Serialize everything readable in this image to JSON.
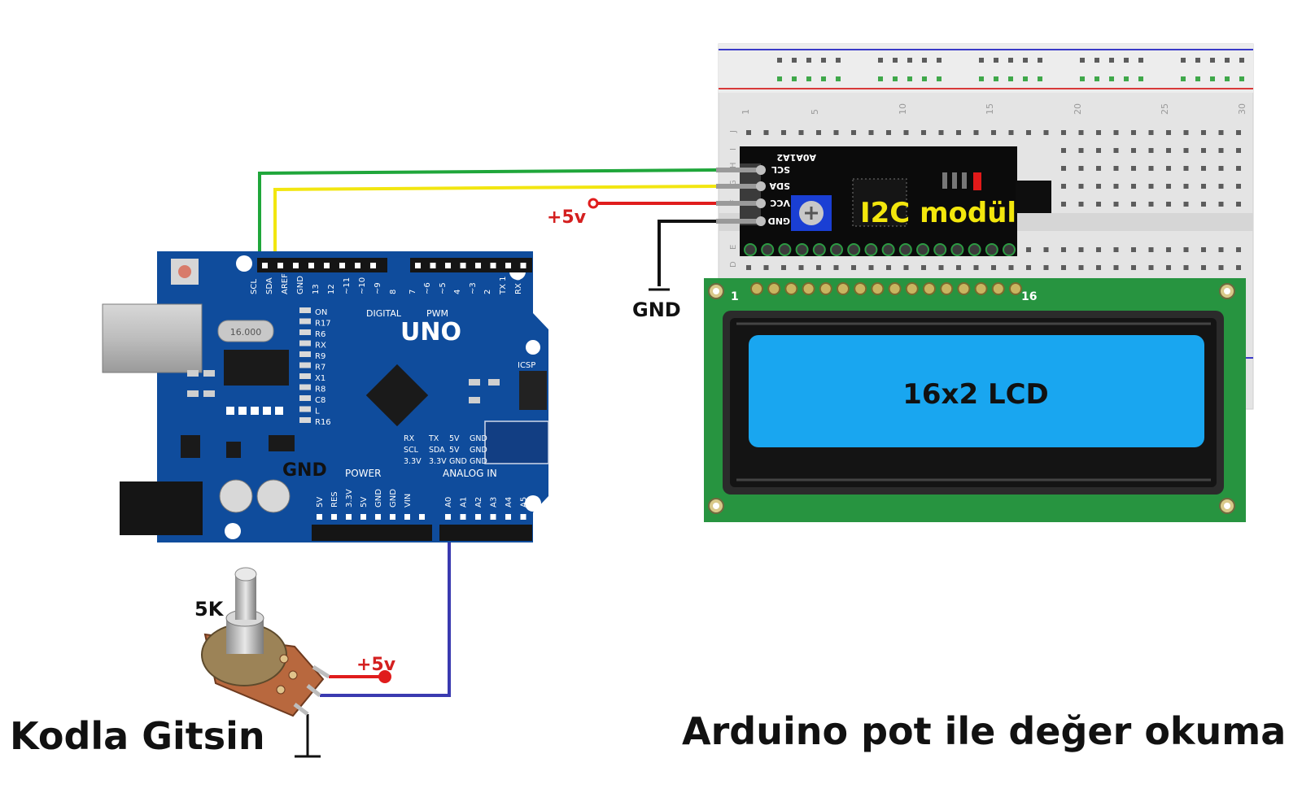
{
  "captions": {
    "brand": "Kodla Gitsin",
    "title": "Arduino pot ile değer okuma"
  },
  "labels": {
    "plus5v_i2c": "+5v",
    "plus5v_pot": "+5v",
    "gnd": "GND",
    "gnd_arduino": "GND",
    "pot_value": "5K",
    "i2c_module": "I2C modül",
    "lcd_text": "16x2 LCD",
    "lcd_pin_first": "1",
    "lcd_pin_last": "16"
  },
  "i2c_pins": [
    "SCL",
    "SDA",
    "VCC",
    "GND"
  ],
  "i2c_address": "A0A1A2",
  "arduino": {
    "model": "UNO",
    "digital": "DIGITAL",
    "pwm": "PWM",
    "power": "POWER",
    "analog": "ANALOG IN",
    "icsp": "ICSP",
    "top_header": [
      "SCL",
      "SDA",
      "AREF",
      "GND",
      "13",
      "12",
      "~11",
      "~10",
      "~9",
      "8",
      "7",
      "~6",
      "~5",
      "4",
      "~3",
      "2",
      "TX 1",
      "RX 0"
    ],
    "power_pins": [
      "5V",
      "RES",
      "3.3V",
      "5V",
      "GND",
      "GND",
      "VIN"
    ],
    "analog_pins": [
      "A0",
      "A1",
      "A2",
      "A3",
      "A4",
      "A5"
    ],
    "leds": [
      "ON",
      "R17",
      "R6",
      "RX",
      "R9",
      "R7",
      "X1",
      "R8",
      "C8",
      "L",
      "R16"
    ],
    "bottom_block": [
      "RX",
      "TX",
      "5V",
      "GND",
      "SCL",
      "SDA",
      "5V",
      "GND",
      "3.3V",
      "3.3V",
      "GND",
      "GND"
    ],
    "crystal": "16.000"
  },
  "breadboard": {
    "columns": [
      "1",
      "5",
      "10",
      "15",
      "20",
      "25",
      "30"
    ],
    "rows": [
      "J",
      "I",
      "H",
      "G",
      "F",
      "E",
      "D"
    ]
  },
  "colors": {
    "wire_scl": "#1fa63a",
    "wire_sda": "#f2e610",
    "wire_vcc": "#e01c1c",
    "wire_gnd": "#111111",
    "wire_pot": "#3a3ab0",
    "board_blue": "#0f4c9c",
    "lcd_pcb": "#279440",
    "lcd_screen": "#19a6f0",
    "i2c_label": "#f3e70c",
    "power_label": "#d42020"
  }
}
